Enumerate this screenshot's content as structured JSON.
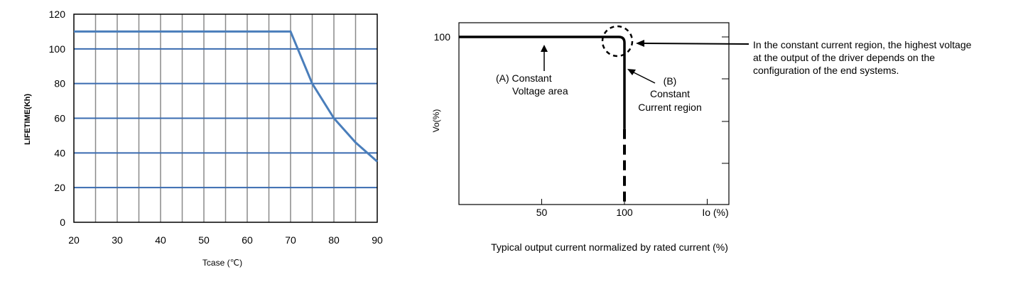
{
  "chart_data": [
    {
      "type": "line",
      "xlabel": "Tcase (℃)",
      "ylabel": "LIFETIME(Kh)",
      "xlim": [
        20,
        90
      ],
      "ylim": [
        0,
        120
      ],
      "x_ticks": [
        "20",
        "30",
        "40",
        "50",
        "60",
        "70",
        "80",
        "90"
      ],
      "y_ticks": [
        "0",
        "20",
        "40",
        "60",
        "80",
        "100",
        "120"
      ],
      "grid": true,
      "color": "#4a7ebb",
      "grid_color": "#3a6bb0",
      "series": [
        {
          "x": [
            20,
            70,
            75,
            80,
            85,
            90
          ],
          "y": [
            110,
            110,
            80,
            60,
            46,
            35
          ]
        }
      ]
    },
    {
      "type": "line",
      "xlabel": "Io (%)",
      "ylabel": "Vo(%)",
      "caption": "Typical output current normalized by rated current (%)",
      "x_ticks": [
        "50",
        "100"
      ],
      "y_ticks": [
        "100"
      ],
      "annotations": {
        "a_line1": "(A)   Constant",
        "a_line2": "Voltage area",
        "b_line1": "(B)",
        "b_line2": "Constant",
        "b_line3": "Current region",
        "note_line1": "In the constant current region, the highest voltage",
        "note_line2": "at the output of the driver  depends on the",
        "note_line3": "configuration of the end systems."
      },
      "series": [
        {
          "style": "solid",
          "x": [
            0,
            100,
            100
          ],
          "y": [
            100,
            100,
            45
          ]
        },
        {
          "style": "dashed",
          "x": [
            100,
            100
          ],
          "y": [
            45,
            0
          ]
        }
      ]
    }
  ]
}
